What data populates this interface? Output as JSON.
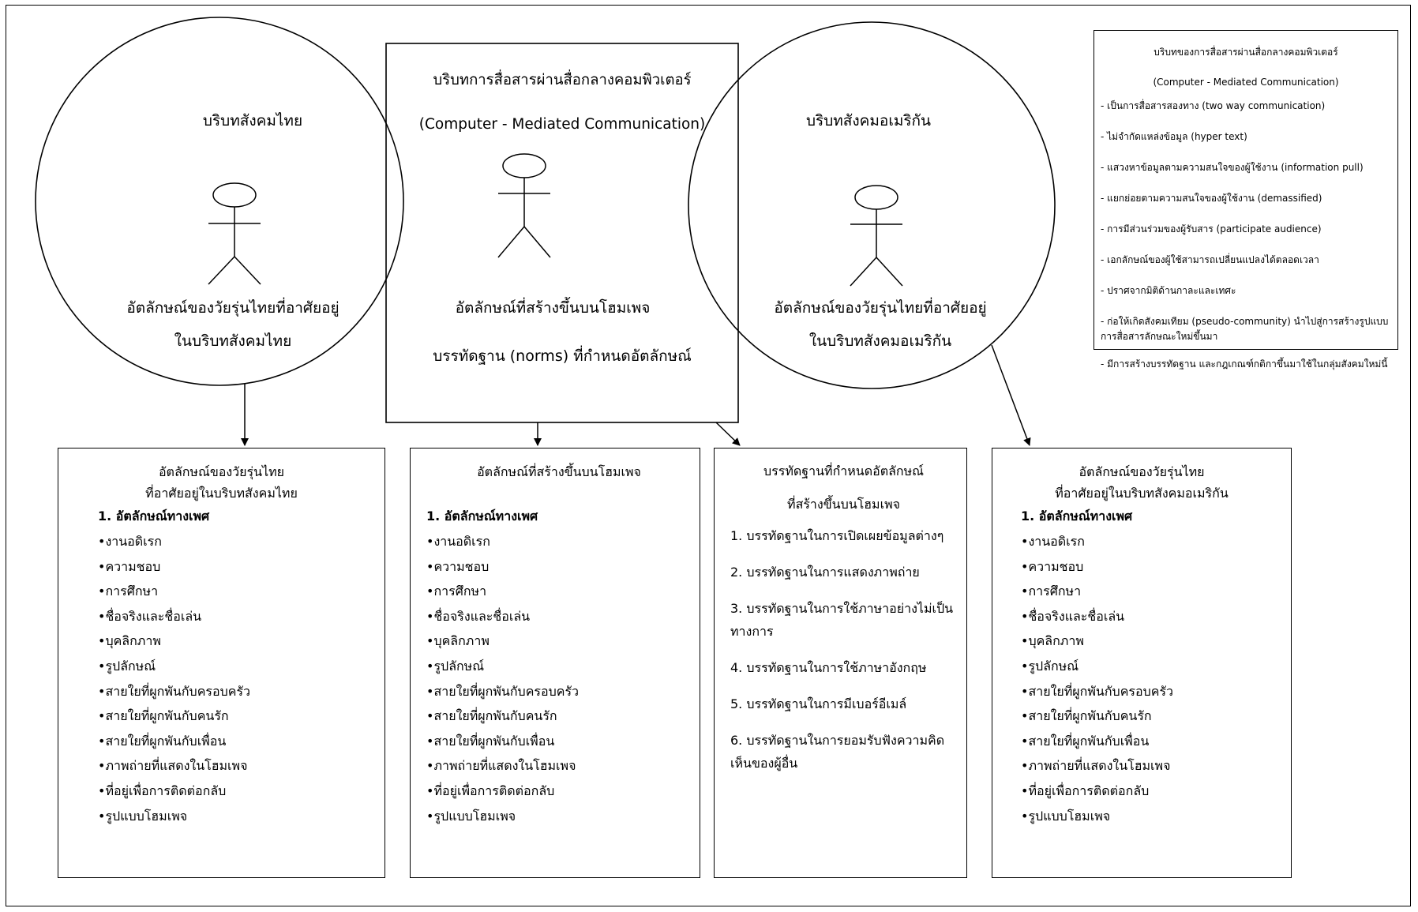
{
  "contexts": {
    "thai": {
      "title": "บริบทสังคมไทย",
      "caption": [
        "อัตลักษณ์ของวัยรุ่นไทยที่อาศัยอยู่",
        "ในบริบทสังคมไทย"
      ]
    },
    "cmc": {
      "title": "บริบทการสื่อสารผ่านสื่อกลางคอมพิวเตอร์",
      "subtitle": "(Computer - Mediated Communication)",
      "caption": [
        "อัตลักษณ์ที่สร้างขึ้นบนโฮมเพจ",
        "บรรทัดฐาน (norms) ที่กำหนดอัตลักษณ์"
      ]
    },
    "american": {
      "title": "บริบทสังคมอเมริกัน",
      "caption": [
        "อัตลักษณ์ของวัยรุ่นไทยที่อาศัยอยู่",
        "ในบริบทสังคมอเมริกัน"
      ]
    }
  },
  "legend": {
    "title": "บริบทของการสื่อสารผ่านสื่อกลางคอมพิวเตอร์",
    "subtitle": "(Computer - Mediated Communication)",
    "items": [
      "- เป็นการสื่อสารสองทาง (two way communication)",
      "- ไม่จำกัดแหล่งข้อมูล (hyper text)",
      "- แสวงหาข้อมูลตามความสนใจของผู้ใช้งาน (information pull)",
      "- แยกย่อยตามความสนใจของผู้ใช้งาน (demassified)",
      "- การมีส่วนร่วมของผู้รับสาร (participate audience)",
      "- เอกลักษณ์ของผู้ใช้สามารถเปลี่ยนแปลงได้ตลอดเวลา",
      "- ปราศจากมิติด้านกาละและเทศะ",
      "- ก่อให้เกิดสังคมเทียม (pseudo-community) นำไปสู่การสร้างรูปแบบการสื่อสารลักษณะใหม่ขึ้นมา",
      "- มีการสร้างบรรทัดฐาน และกฎเกณฑ์กติกาขึ้นมาใช้ในกลุ่มสังคมใหม่นี้"
    ]
  },
  "boxes": {
    "thai_identity": {
      "heading": [
        "อัตลักษณ์ของวัยรุ่นไทย",
        "ที่อาศัยอยู่ในบริบทสังคมไทย"
      ],
      "subheading": "1. อัตลักษณ์ทางเพศ",
      "items": [
        "•งานอดิเรก",
        "•ความชอบ",
        "•การศึกษา",
        "•ชื่อจริงและชื่อเล่น",
        "•บุคลิกภาพ",
        "•รูปลักษณ์",
        "•สายใยที่ผูกพันกับครอบครัว",
        "•สายใยที่ผูกพันกับคนรัก",
        "•สายใยที่ผูกพันกับเพื่อน",
        "•ภาพถ่ายที่แสดงในโฮมเพจ",
        "•ที่อยู่เพื่อการติดต่อกลับ",
        "•รูปแบบโฮมเพจ"
      ]
    },
    "homepage_identity": {
      "heading": [
        "อัตลักษณ์ที่สร้างขึ้นบนโฮมเพจ"
      ],
      "subheading": "1. อัตลักษณ์ทางเพศ",
      "items": [
        "•งานอดิเรก",
        "•ความชอบ",
        "•การศึกษา",
        "•ชื่อจริงและชื่อเล่น",
        "•บุคลิกภาพ",
        "•รูปลักษณ์",
        "•สายใยที่ผูกพันกับครอบครัว",
        "•สายใยที่ผูกพันกับคนรัก",
        "•สายใยที่ผูกพันกับเพื่อน",
        "•ภาพถ่ายที่แสดงในโฮมเพจ",
        "•ที่อยู่เพื่อการติดต่อกลับ",
        "•รูปแบบโฮมเพจ"
      ]
    },
    "norms": {
      "heading": [
        "บรรทัดฐานที่กำหนดอัตลักษณ์",
        "ที่สร้างขึ้นบนโฮมเพจ"
      ],
      "items": [
        "1. บรรทัดฐานในการเปิดเผยข้อมูลต่างๆ",
        "2. บรรทัดฐานในการแสดงภาพถ่าย",
        "3. บรรทัดฐานในการใช้ภาษาอย่างไม่เป็นทางการ",
        "4. บรรทัดฐานในการใช้ภาษาอังกฤษ",
        "5. บรรทัดฐานในการมีเบอร์อีเมล์",
        "6. บรรทัดฐานในการยอมรับฟังความคิดเห็นของผู้อื่น"
      ]
    },
    "american_identity": {
      "heading": [
        "อัตลักษณ์ของวัยรุ่นไทย",
        "ที่อาศัยอยู่ในบริบทสังคมอเมริกัน"
      ],
      "subheading": "1. อัตลักษณ์ทางเพศ",
      "items": [
        "•งานอดิเรก",
        "•ความชอบ",
        "•การศึกษา",
        "•ชื่อจริงและชื่อเล่น",
        "•บุคลิกภาพ",
        "•รูปลักษณ์",
        "•สายใยที่ผูกพันกับครอบครัว",
        "•สายใยที่ผูกพันกับคนรัก",
        "•สายใยที่ผูกพันกับเพื่อน",
        "•ภาพถ่ายที่แสดงในโฮมเพจ",
        "•ที่อยู่เพื่อการติดต่อกลับ",
        "•รูปแบบโฮมเพจ"
      ]
    }
  }
}
